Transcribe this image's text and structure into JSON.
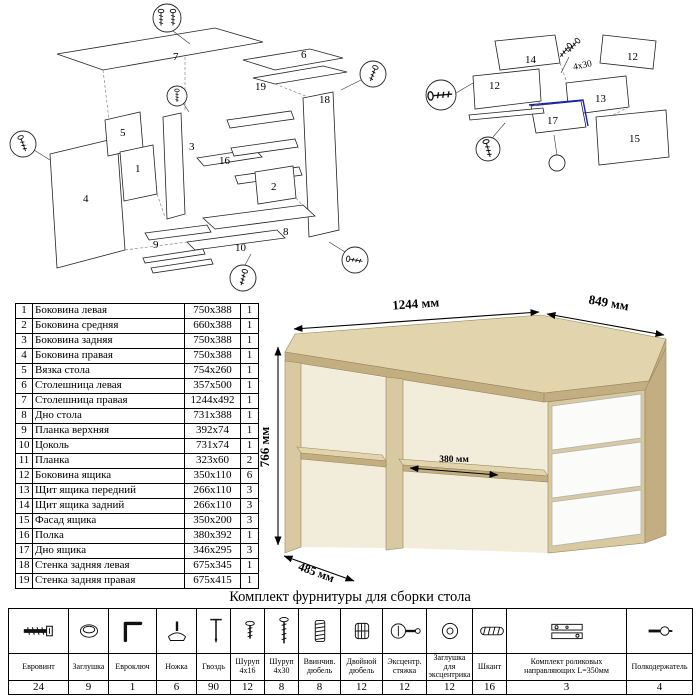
{
  "exploded_left": {
    "labels": {
      "p1": "1",
      "p2": "2",
      "p3": "3",
      "p4": "4",
      "p5": "5",
      "p6": "6",
      "p7": "7",
      "p8": "8",
      "p9": "9",
      "p10": "10",
      "p16": "16",
      "p18": "18",
      "p19": "19"
    }
  },
  "exploded_right": {
    "labels": {
      "p14": "14",
      "p12a": "12",
      "p12b": "12",
      "p13": "13",
      "p17": "17",
      "p15": "15"
    },
    "screw_size": "4x30"
  },
  "dimensions": {
    "width": "1244 мм",
    "depth": "849 мм",
    "height": "766 мм",
    "shelf": "380 мм",
    "side": "485 мм"
  },
  "parts_table": {
    "rows": [
      {
        "n": "1",
        "name": "Боковина левая",
        "size": "750x388",
        "qty": "1"
      },
      {
        "n": "2",
        "name": "Боковина средняя",
        "size": "660x388",
        "qty": "1"
      },
      {
        "n": "3",
        "name": "Боковина задняя",
        "size": "750x388",
        "qty": "1"
      },
      {
        "n": "4",
        "name": "Боковина правая",
        "size": "750x388",
        "qty": "1"
      },
      {
        "n": "5",
        "name": "Вязка стола",
        "size": "754x260",
        "qty": "1"
      },
      {
        "n": "6",
        "name": "Столешница левая",
        "size": "357x500",
        "qty": "1"
      },
      {
        "n": "7",
        "name": "Столешница правая",
        "size": "1244x492",
        "qty": "1"
      },
      {
        "n": "8",
        "name": "Дно стола",
        "size": "731x388",
        "qty": "1"
      },
      {
        "n": "9",
        "name": "Планка верхняя",
        "size": "392x74",
        "qty": "1"
      },
      {
        "n": "10",
        "name": "Цоколь",
        "size": "731x74",
        "qty": "1"
      },
      {
        "n": "11",
        "name": "Планка",
        "size": "323x60",
        "qty": "2"
      },
      {
        "n": "12",
        "name": "Боковина ящика",
        "size": "350x110",
        "qty": "6"
      },
      {
        "n": "13",
        "name": "Щит ящика передний",
        "size": "266x110",
        "qty": "3"
      },
      {
        "n": "14",
        "name": "Щит ящика задний",
        "size": "266x110",
        "qty": "3"
      },
      {
        "n": "15",
        "name": "Фасад ящика",
        "size": "350x200",
        "qty": "3"
      },
      {
        "n": "16",
        "name": "Полка",
        "size": "380x392",
        "qty": "1"
      },
      {
        "n": "17",
        "name": "Дно ящика",
        "size": "346x295",
        "qty": "3"
      },
      {
        "n": "18",
        "name": "Стенка задняя левая",
        "size": "675x345",
        "qty": "1"
      },
      {
        "n": "19",
        "name": "Стенка задняя правая",
        "size": "675x415",
        "qty": "1"
      }
    ]
  },
  "hardware": {
    "title": "Комплект фурнитуры для сборки стола",
    "items": [
      {
        "icon": "euro-screw",
        "name": "Евровинт",
        "qty": "24"
      },
      {
        "icon": "plug-cap",
        "name": "Заглушка",
        "qty": "9"
      },
      {
        "icon": "hex-key",
        "name": "Евроключ",
        "qty": "1"
      },
      {
        "icon": "foot",
        "name": "Ножка",
        "qty": "6"
      },
      {
        "icon": "nail",
        "name": "Гвоздь",
        "qty": "90"
      },
      {
        "icon": "screw-16",
        "name": "Шуруп 4x16",
        "qty": "12"
      },
      {
        "icon": "screw-30",
        "name": "Шуруп 4x30",
        "qty": "8"
      },
      {
        "icon": "screw-dowel",
        "name": "Ввинчив. дюбель",
        "qty": "8"
      },
      {
        "icon": "double-dowel",
        "name": "Двойной дюбель",
        "qty": "12"
      },
      {
        "icon": "cam-bolt",
        "name": "Эксцентр. стяжка",
        "qty": "12"
      },
      {
        "icon": "cam-cover",
        "name": "Заглушка для эксцентрика",
        "qty": "12"
      },
      {
        "icon": "dowel",
        "name": "Шкант",
        "qty": "16"
      },
      {
        "icon": "roller-guides",
        "name": "Комплект роликовых направляющих L=350мм",
        "qty": "3"
      },
      {
        "icon": "shelf-support",
        "name": "Полкодержатель",
        "qty": "4"
      }
    ]
  },
  "colors": {
    "oak": "#d8c9a1",
    "oak_light": "#e2d5ae",
    "oak_shade": "#c3ae81",
    "drawer_front": "#fbfbfa",
    "interior": "#f2ecda",
    "blue": "#1420c8"
  }
}
